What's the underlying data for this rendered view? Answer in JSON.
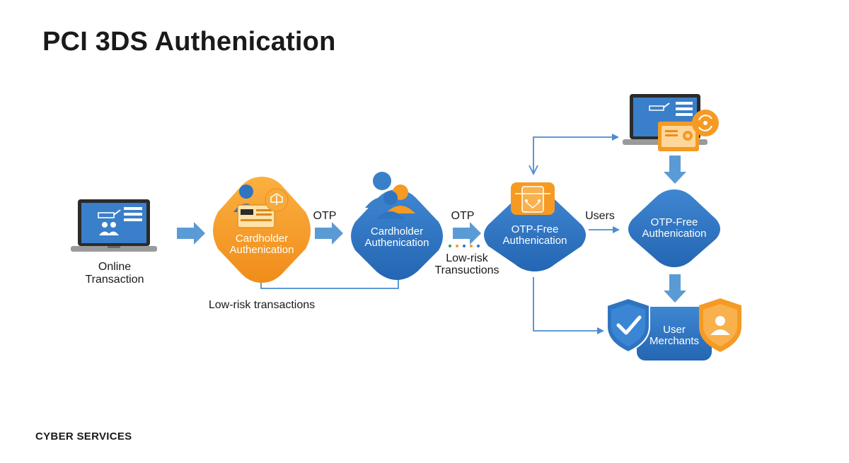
{
  "title": "PCI 3DS Authenication",
  "footer": "CYBER SERVICES",
  "nodes": {
    "online_transaction": {
      "line1": "Online",
      "line2": "Transaction"
    },
    "cardholder_auth_1": {
      "line1": "Cardholder",
      "line2": "Authenication"
    },
    "cardholder_auth_2": {
      "line1": "Cardholder",
      "line2": "Authenication"
    },
    "otp_free_1": {
      "line1": "OTP-Free",
      "line2": "Authenication"
    },
    "otp_free_2": {
      "line1": "OTP-Free",
      "line2": "Authenication"
    },
    "user_merchants": {
      "line1": "User",
      "line2": "Merchants"
    }
  },
  "edge_labels": {
    "otp_1": "OTP",
    "otp_2": "OTP",
    "users": "Users",
    "low_risk_line1": "Low-risk",
    "low_risk_line2": "Transuctions",
    "low_risk_transactions": "Low-risk transactions"
  },
  "colors": {
    "orange": "#f59a23",
    "blue": "#2f74c0",
    "arrow_blue": "#5b9bd5",
    "line_blue": "#4a8ccf"
  }
}
